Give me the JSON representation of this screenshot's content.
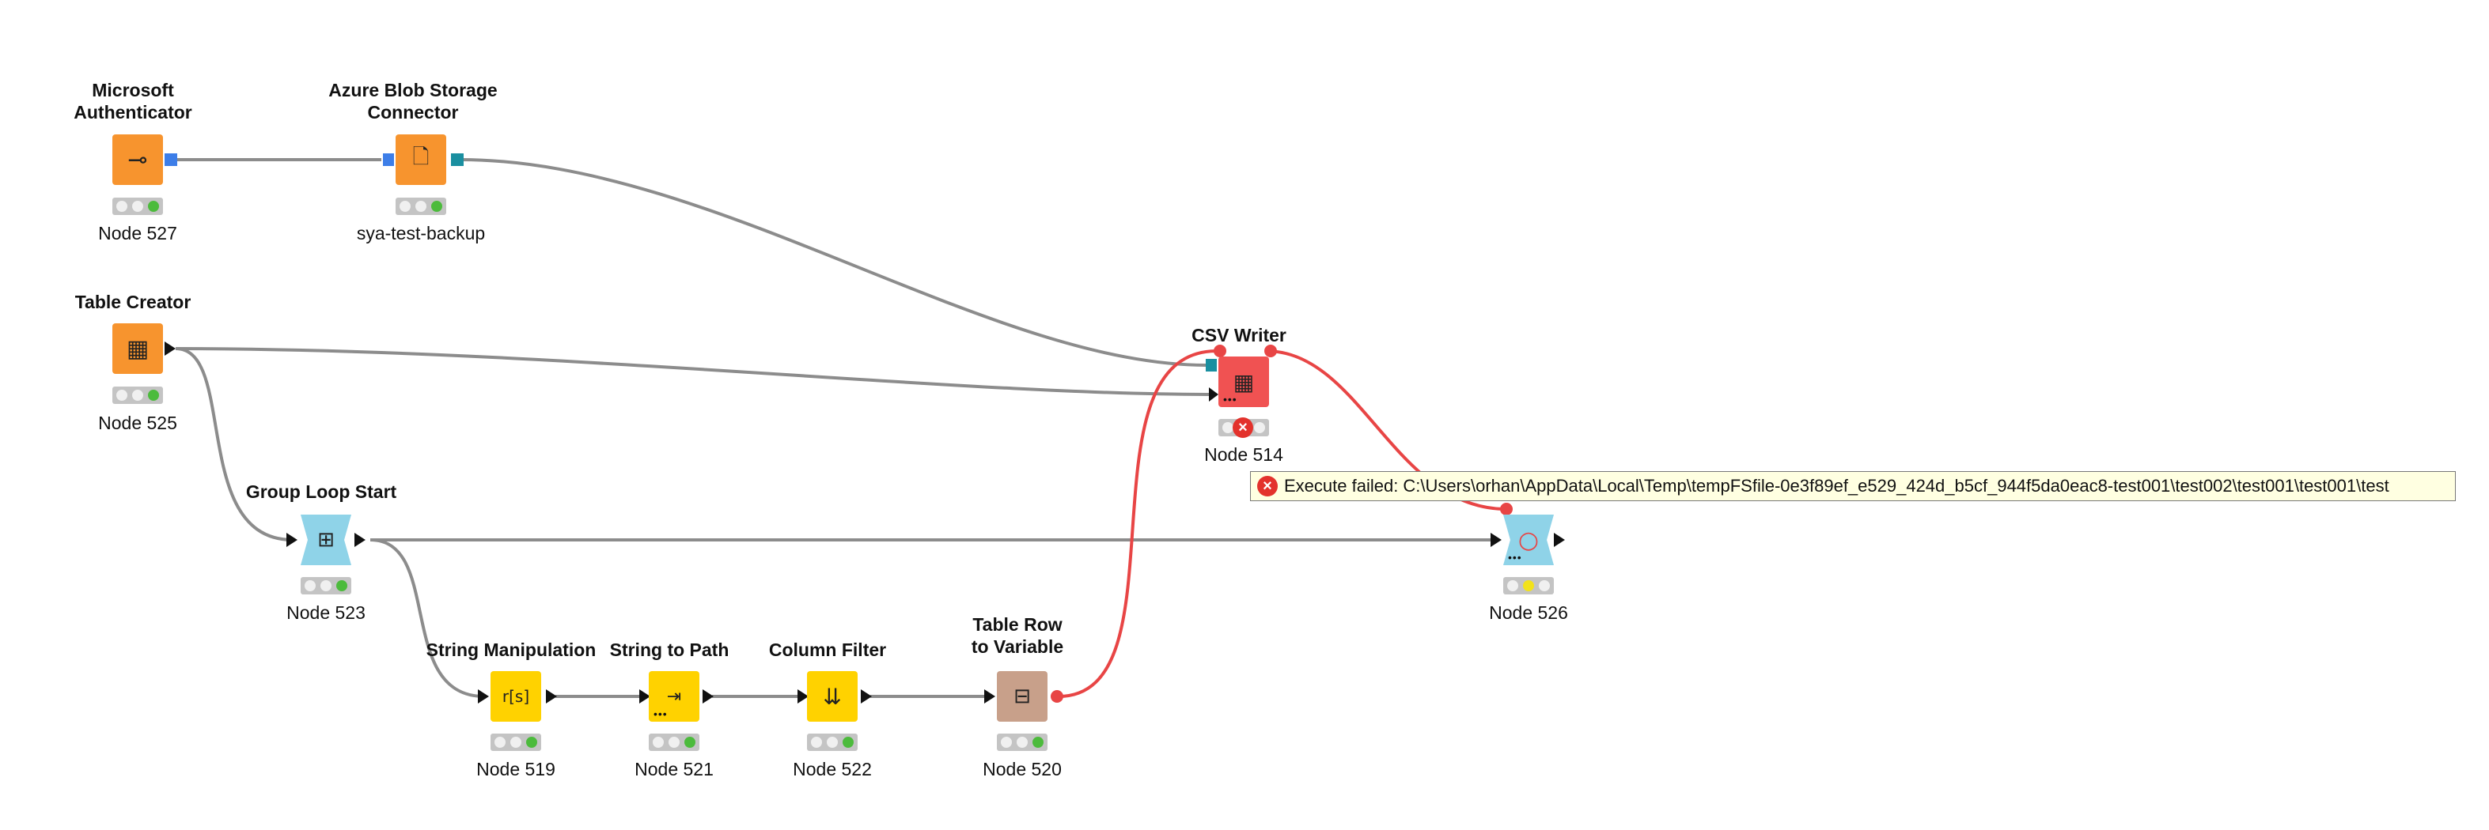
{
  "nodes": [
    {
      "id": "527",
      "title": "Microsoft\nAuthenticator",
      "label": "Node 527",
      "kind": "source",
      "color": "#f7942e",
      "icon": "key-icon",
      "status": "executed"
    },
    {
      "id": "azure",
      "title": "Azure Blob Storage\nConnector",
      "label": "sya-test-backup",
      "kind": "source",
      "color": "#f7942e",
      "icon": "file-connector-icon",
      "status": "executed"
    },
    {
      "id": "525",
      "title": "Table Creator",
      "label": "Node 525",
      "kind": "source",
      "color": "#f7942e",
      "icon": "table-create-icon",
      "status": "executed"
    },
    {
      "id": "514",
      "title": "CSV Writer",
      "label": "Node 514",
      "kind": "sink",
      "color": "#f05252",
      "icon": "csv-write-icon",
      "status": "error"
    },
    {
      "id": "523",
      "title": "Group Loop Start",
      "label": "Node 523",
      "kind": "loop",
      "color": "#8fd3e8",
      "icon": "loop-start-icon",
      "status": "executed"
    },
    {
      "id": "526",
      "title": "",
      "label": "Node 526",
      "kind": "loop",
      "color": "#8fd3e8",
      "icon": "loop-end-icon",
      "status": "configured"
    },
    {
      "id": "519",
      "title": "String Manipulation",
      "label": "Node 519",
      "kind": "manipulator",
      "color": "#ffd200",
      "icon": "string-manip-icon",
      "status": "executed"
    },
    {
      "id": "521",
      "title": "String to Path",
      "label": "Node 521",
      "kind": "manipulator",
      "color": "#ffd200",
      "icon": "string-path-icon",
      "status": "executed"
    },
    {
      "id": "522",
      "title": "Column Filter",
      "label": "Node 522",
      "kind": "manipulator",
      "color": "#ffd200",
      "icon": "column-filter-icon",
      "status": "executed"
    },
    {
      "id": "520",
      "title": "Table Row\nto Variable",
      "label": "Node 520",
      "kind": "other",
      "color": "#c8a08a",
      "icon": "row-to-variable-icon",
      "status": "executed"
    }
  ],
  "connections": [
    {
      "from": "527",
      "to": "azure",
      "type": "credential"
    },
    {
      "from": "azure",
      "to": "514",
      "type": "file-system"
    },
    {
      "from": "525",
      "to": "514",
      "type": "data"
    },
    {
      "from": "525",
      "to": "523",
      "type": "data"
    },
    {
      "from": "523",
      "to": "526",
      "type": "data"
    },
    {
      "from": "523",
      "to": "519",
      "type": "data"
    },
    {
      "from": "519",
      "to": "521",
      "type": "data"
    },
    {
      "from": "521",
      "to": "522",
      "type": "data"
    },
    {
      "from": "522",
      "to": "520",
      "type": "data"
    },
    {
      "from": "520",
      "to": "514",
      "type": "variable"
    },
    {
      "from": "514",
      "to": "526",
      "type": "variable"
    }
  ],
  "tooltip": {
    "text": "Execute failed: C:\\Users\\orhan\\AppData\\Local\\Temp\\tempFSfile-0e3f89ef_e529_424d_b5cf_944f5da0eac8-test001\\test002\\test001\\test001\\test",
    "icon": "error-icon"
  },
  "colors": {
    "data_connection": "#8c8c8c",
    "variable_connection": "#e84545",
    "port_blue": "#3d7ee8",
    "port_teal": "#1a8fa0",
    "light_green": "#4cbb3c",
    "light_yellow": "#f2e21a",
    "light_red": "#e3322c"
  }
}
